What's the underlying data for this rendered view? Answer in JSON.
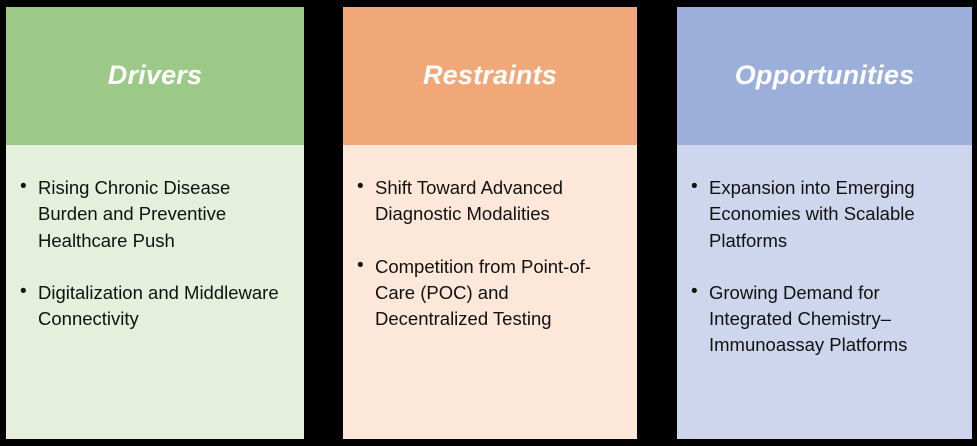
{
  "columns": [
    {
      "id": "drivers",
      "title": "Drivers",
      "header_color": "#9CC987",
      "body_color": "#E4F0DC",
      "items": [
        "Rising Chronic Disease Burden and Preventive Healthcare Push",
        "Digitalization and Middleware Connectivity"
      ]
    },
    {
      "id": "restraints",
      "title": "Restraints",
      "header_color": "#F0A878",
      "body_color": "#FCE7D8",
      "items": [
        "Shift Toward Advanced Diagnostic Modalities",
        "Competition from Point-of-Care (POC) and Decentralized Testing"
      ]
    },
    {
      "id": "opportunities",
      "title": "Opportunities",
      "header_color": "#9BAFDA",
      "body_color": "#CDD6EC",
      "items": [
        "Expansion into Emerging Economies with Scalable Platforms",
        "Growing Demand for Integrated Chemistry–Immunoassay Platforms"
      ]
    }
  ],
  "background_color": "#000000"
}
